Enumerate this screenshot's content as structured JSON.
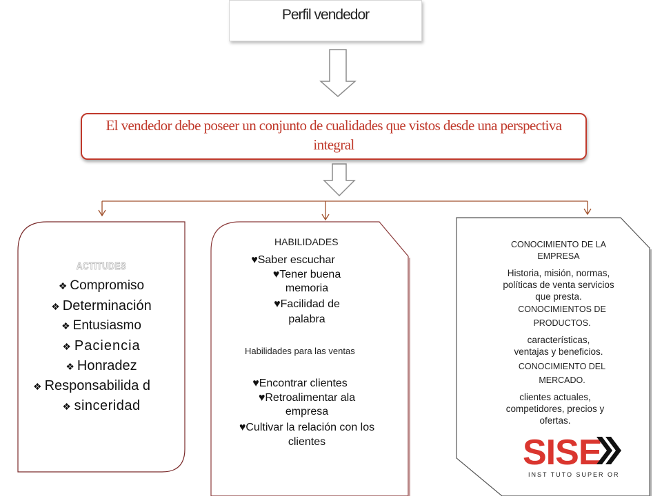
{
  "title": "Perfil vendedor",
  "intro": "El vendedor debe poseer un conjunto de cualidades que vistos desde una perspectiva integral",
  "actitudes": {
    "heading": "ACTITUDES",
    "items": [
      "Compromiso",
      "Determinación",
      "Entusiasmo",
      "Paciencia",
      "Honradez",
      "Responsabilida d",
      "sinceridad"
    ]
  },
  "habilidades": {
    "heading": "HABILIDADES",
    "group1": [
      "Saber escuchar",
      "Tener buena memoria",
      "Facilidad de palabra"
    ],
    "subheading": "Habilidades para las ventas",
    "group2": [
      "Encontrar clientes",
      "Retroalimentar ala empresa",
      "Cultivar la relación con los clientes"
    ]
  },
  "conocimiento": {
    "empresa_title": "CONOCIMIENTO DE LA EMPRESA",
    "empresa_text": "Historia, misión, normas, políticas de venta servicios que presta.",
    "productos_title": "CONOCIMIENTOS DE PRODUCTOS.",
    "productos_text": "características, ventajas y beneficios.",
    "mercado_title": "CONOCIMIENTO DEL MERCADO.",
    "mercado_text": "clientes actuales, competidores, precios y ofertas."
  },
  "watermark": {
    "logo": "SISE",
    "tagline": "INST TUTO SUPER OR"
  },
  "colors": {
    "accent_red": "#c0392b",
    "connector": "#a0522d",
    "panel_border": "#8b3a3a",
    "logo_red": "#d7261e"
  }
}
